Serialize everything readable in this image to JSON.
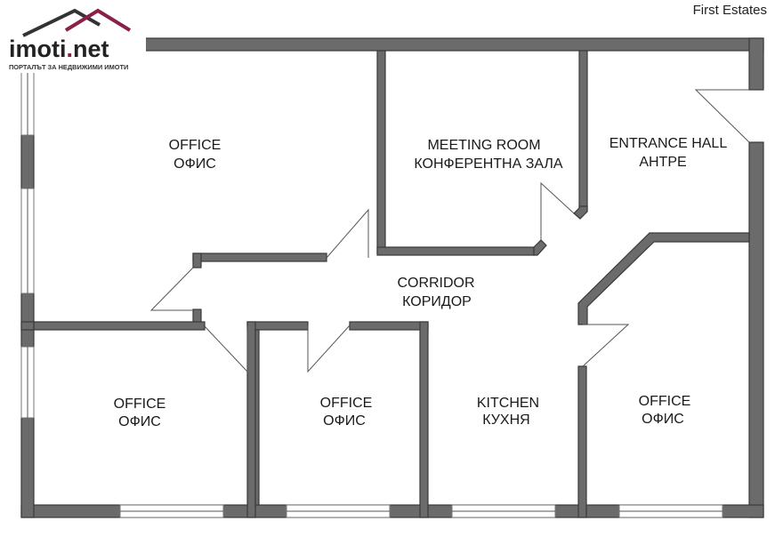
{
  "logo": {
    "brand": "imoti",
    "dot": ".",
    "tld": "net",
    "tagline": "ПОРТАЛЪТ ЗА НЕДВИЖИМИ ИМОТИ",
    "roof_colors": [
      "#333333",
      "#8a1f4a"
    ],
    "text_color": "#222222",
    "accent_color": "#8a1f4a"
  },
  "agency": "First Estates",
  "wall_color": "#6b6b6b",
  "rooms": [
    {
      "id": "office-large",
      "en": "OFFICE",
      "bg": "ОФИС"
    },
    {
      "id": "meeting-room",
      "en": "MEETING ROOM",
      "bg": "КОНФЕРЕНТНА ЗАЛА"
    },
    {
      "id": "entrance-hall",
      "en": "ENTRANCE HALL",
      "bg": "АНТРЕ"
    },
    {
      "id": "corridor",
      "en": "CORRIDOR",
      "bg": "КОРИДОР"
    },
    {
      "id": "office-bottom-left",
      "en": "OFFICE",
      "bg": "ОФИС"
    },
    {
      "id": "office-bottom-middle",
      "en": "OFFICE",
      "bg": "ОФИС"
    },
    {
      "id": "kitchen",
      "en": "KITCHEN",
      "bg": "КУХНЯ"
    },
    {
      "id": "office-right",
      "en": "OFFICE",
      "bg": "ОФИС"
    }
  ]
}
